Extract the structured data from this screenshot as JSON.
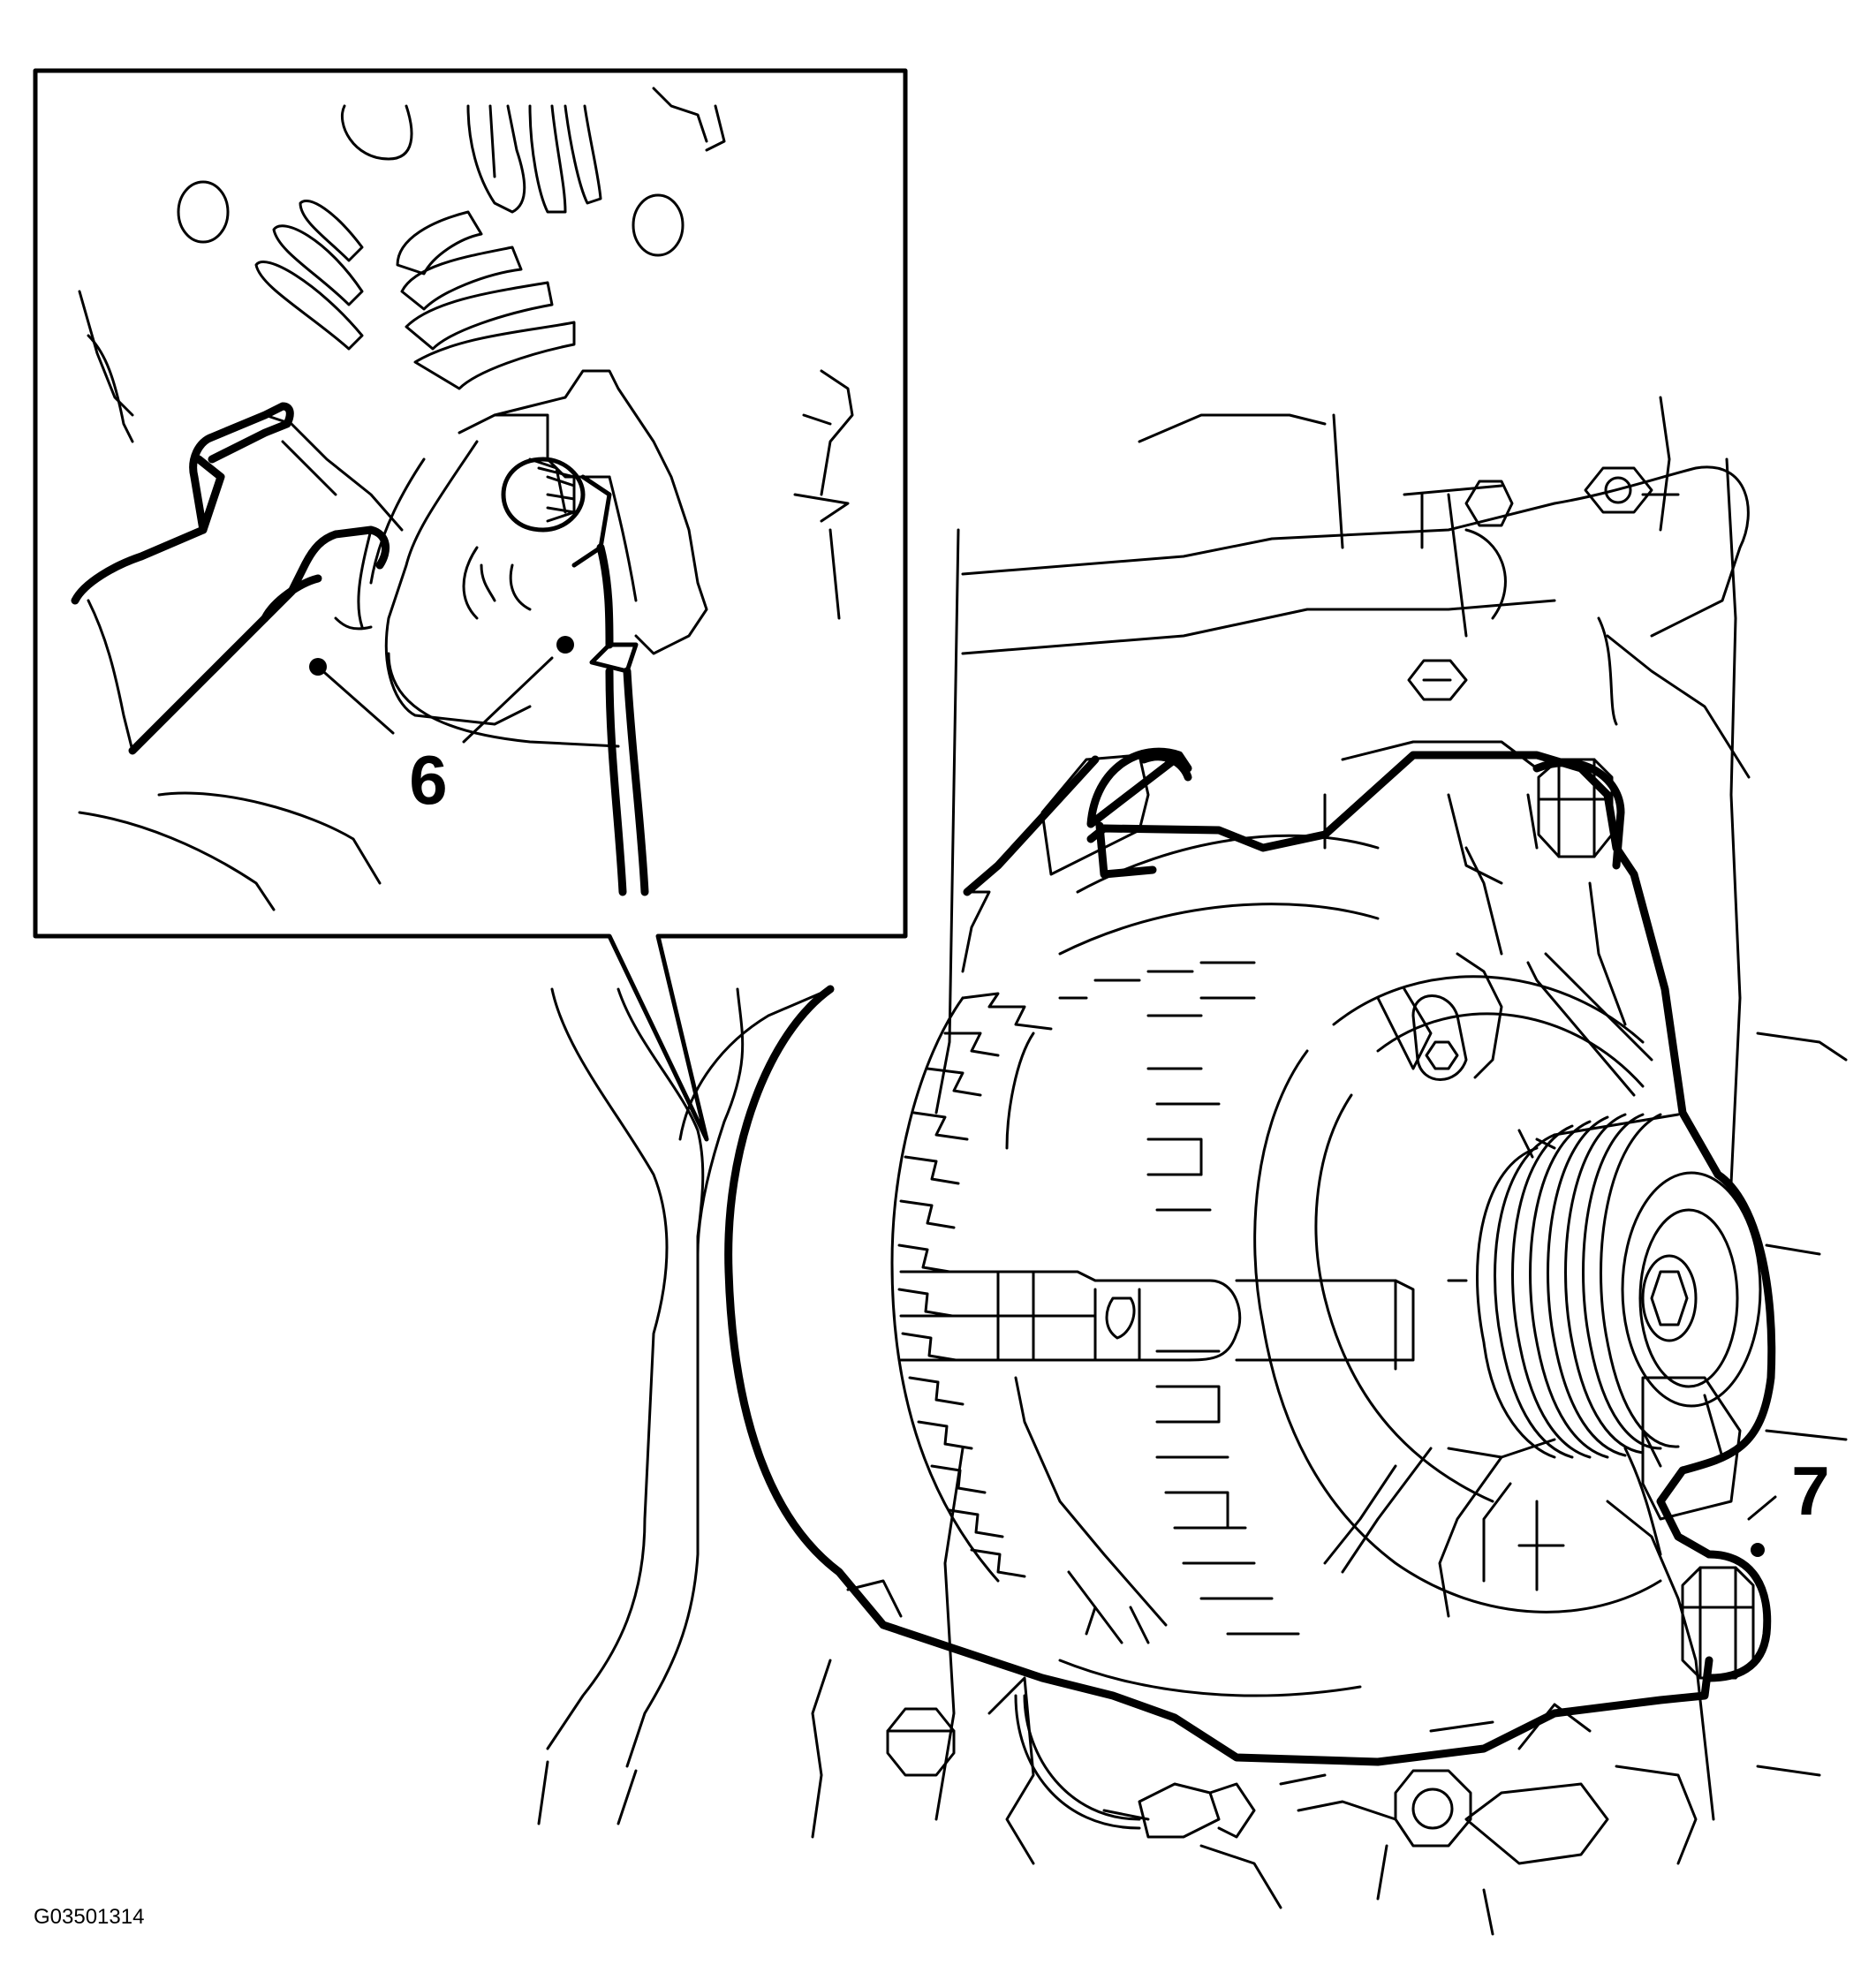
{
  "figure": {
    "callouts": {
      "six": "6",
      "seven": "7"
    },
    "figure_id": "G03501314"
  }
}
